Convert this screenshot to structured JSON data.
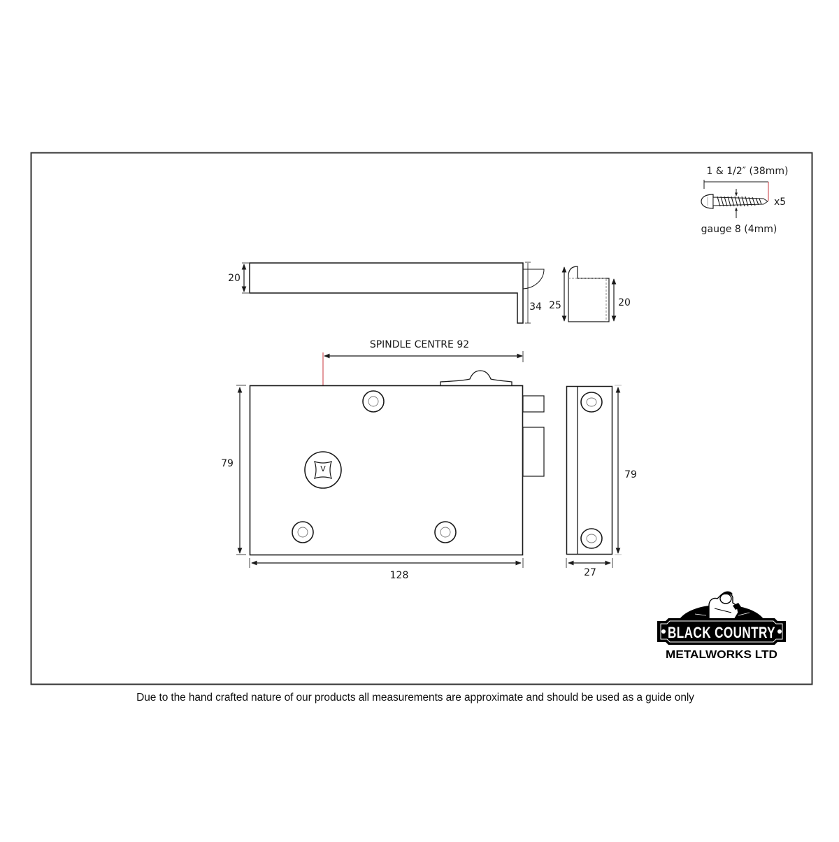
{
  "drawing": {
    "colors": {
      "line": "#1a1a1a",
      "spindle_marker": "#c8343c",
      "frame": "#333333",
      "background": "#ffffff"
    },
    "screw": {
      "length_label": "1 & 1/2″ (38mm)",
      "quantity_label": "x5",
      "gauge_label": "gauge 8 (4mm)"
    },
    "top_view": {
      "height_label": "20",
      "keeper_depth_label": "34"
    },
    "side_profile": {
      "overall_label": "25",
      "body_label": "20"
    },
    "front_view": {
      "spindle_label": "SPINDLE CENTRE 92",
      "height_label": "79",
      "width_label": "128",
      "spindle_glyph": "V"
    },
    "edge_view": {
      "height_label": "79",
      "depth_label": "27"
    }
  },
  "logo": {
    "line1": "BLACK COUNTRY",
    "line2": "METALWORKS LTD"
  },
  "footer": {
    "disclaimer": "Due to the hand crafted nature of our products all measurements are approximate and should be used as a guide only"
  }
}
